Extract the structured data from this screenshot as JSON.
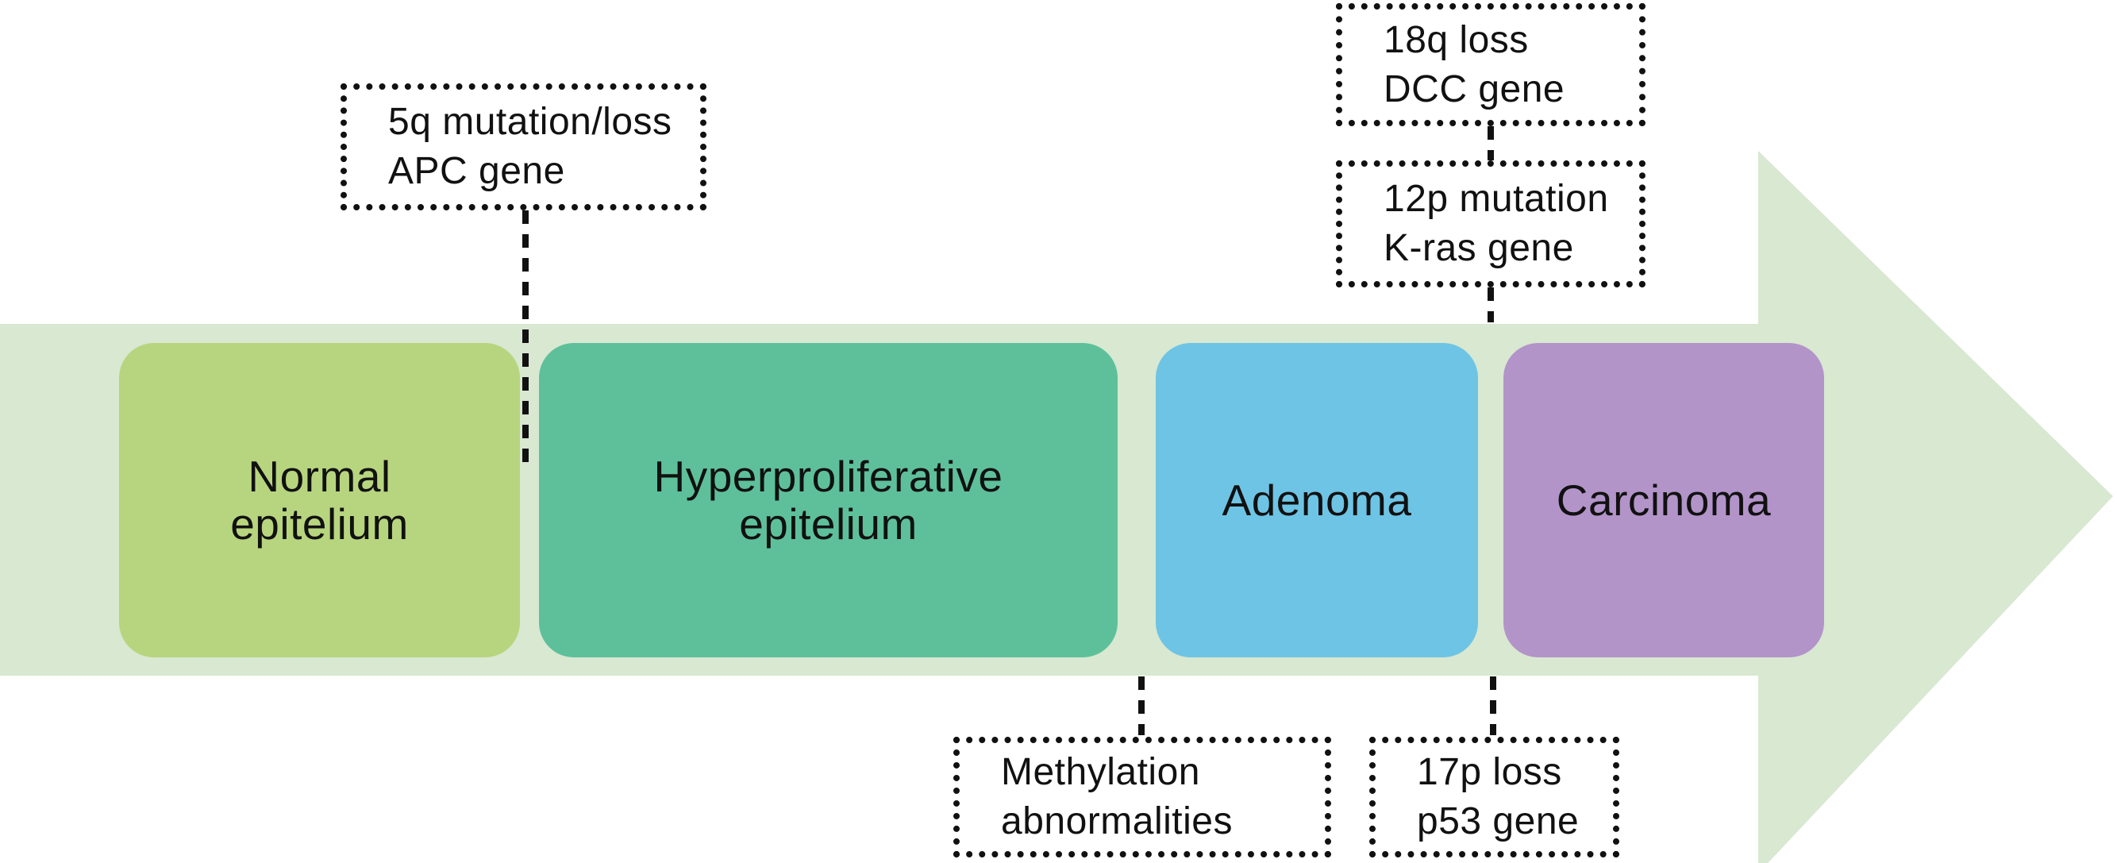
{
  "colors": {
    "ink": "#111111",
    "arrow_green": "#d8e8d1",
    "stage_normal": "#b7d57e",
    "stage_hyper": "#5ec09b",
    "stage_adenoma": "#6ec4e4",
    "stage_carcinoma": "#b394c9"
  },
  "stages": {
    "normal": {
      "line1": "Normal",
      "line2": "epitelium"
    },
    "hyper": {
      "line1": "Hyperproliferative",
      "line2": "epitelium"
    },
    "adenoma": {
      "line1": "Adenoma",
      "line2": ""
    },
    "carcinoma": {
      "line1": "Carcinoma",
      "line2": ""
    }
  },
  "annotations": {
    "apc": {
      "line1": "5q mutation/loss",
      "line2": "APC gene"
    },
    "dcc": {
      "line1": "18q loss",
      "line2": "DCC gene"
    },
    "kras": {
      "line1": "12p mutation",
      "line2": "K-ras gene"
    },
    "methylation": {
      "line1": "Methylation",
      "line2": "abnormalities"
    },
    "p53": {
      "line1": "17p loss",
      "line2": "p53 gene"
    }
  }
}
